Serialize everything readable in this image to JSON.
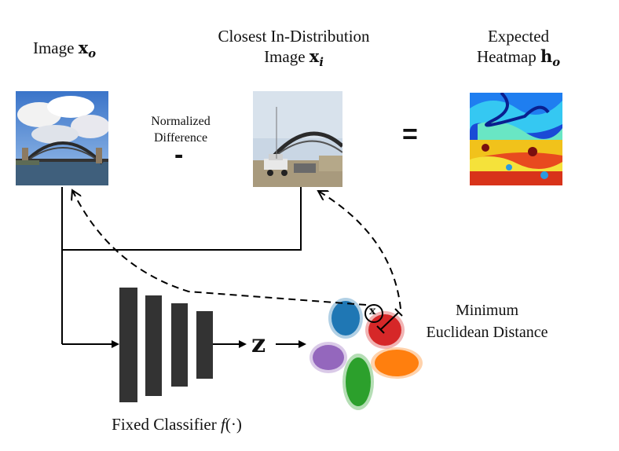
{
  "labels": {
    "image_xo_text": "Image ",
    "image_xo_var": "x",
    "image_xo_sub": "o",
    "closest_line1": "Closest In-Distribution",
    "closest_line2_text": "Image ",
    "closest_var": "x",
    "closest_sub": "i",
    "expected_line1": "Expected",
    "expected_line2_text": "Heatmap ",
    "expected_var": "h",
    "expected_sub": "o",
    "normalized_line1": "Normalized",
    "normalized_line2": "Difference",
    "minus": "-",
    "equals": "=",
    "z_label": "z",
    "min_line1": "Minimum",
    "min_line2": "Euclidean Distance",
    "classifier_text": "Fixed Classifier ",
    "classifier_func": "f",
    "classifier_arg": "(·)",
    "x_marker": "x"
  },
  "colors": {
    "cluster_blue": "#1f77b4",
    "cluster_red": "#d62728",
    "cluster_purple": "#9467bd",
    "cluster_green": "#2ca02c",
    "cluster_orange": "#ff7f0e",
    "classifier_block": "#333333"
  }
}
